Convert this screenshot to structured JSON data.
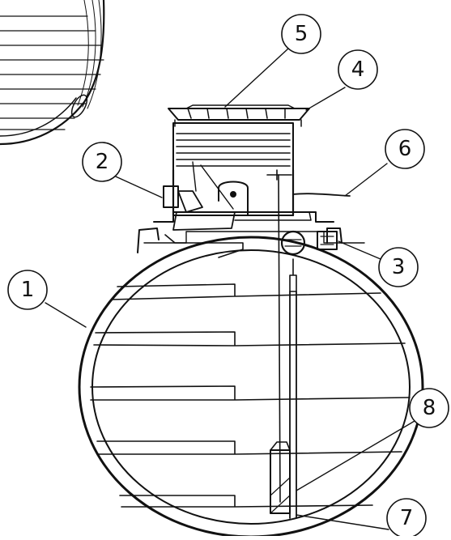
{
  "diagram": {
    "callouts": [
      {
        "id": "tank",
        "label": "1"
      },
      {
        "id": "inlet",
        "label": "2"
      },
      {
        "id": "outlet",
        "label": "3"
      },
      {
        "id": "lid",
        "label": "4"
      },
      {
        "id": "cover-ring",
        "label": "5"
      },
      {
        "id": "cable",
        "label": "6"
      },
      {
        "id": "pump",
        "label": "7"
      },
      {
        "id": "riser-pipe",
        "label": "8"
      }
    ],
    "colors": {
      "line": "#111111",
      "background": "#ffffff"
    }
  }
}
